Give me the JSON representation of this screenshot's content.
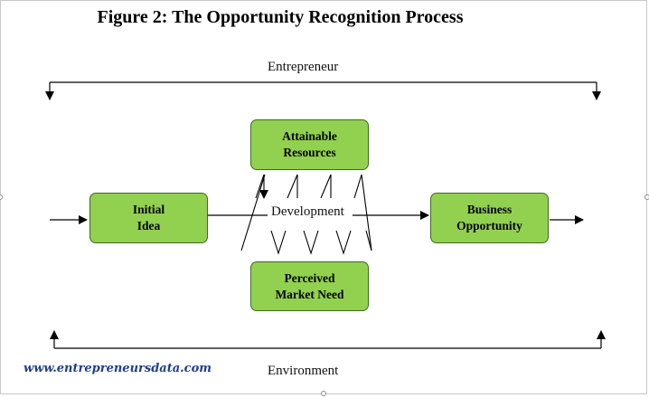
{
  "figure": {
    "title": "Figure 2: The Opportunity Recognition Process",
    "top_label": "Entrepreneur",
    "bottom_label": "Environment",
    "center_label": "Development",
    "watermark": "www.entrepreneursdata.com"
  },
  "nodes": {
    "initial_idea": "Initial\nIdea",
    "attainable_resources": "Attainable\nResources",
    "perceived_market_need": "Perceived\nMarket Need",
    "business_opportunity": "Business\nOpportunity"
  },
  "colors": {
    "box_fill": "#92d050",
    "box_border": "#3d6b1e",
    "watermark": "#1f3e8a"
  }
}
